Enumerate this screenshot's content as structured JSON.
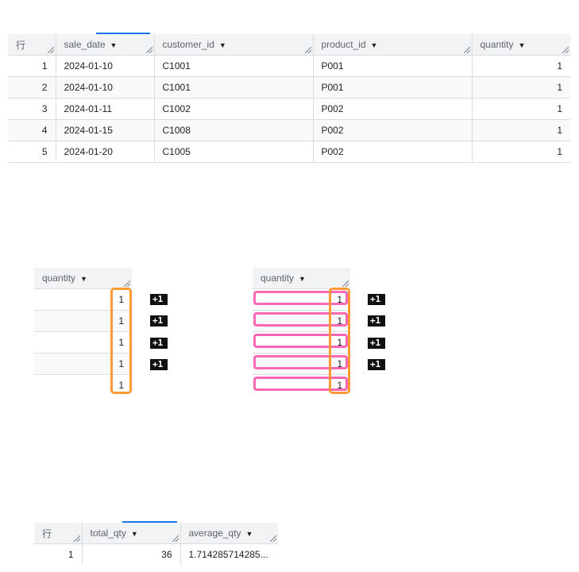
{
  "results_table": {
    "row_header": "行",
    "columns": [
      "sale_date",
      "customer_id",
      "product_id",
      "quantity"
    ],
    "rows": [
      [
        "1",
        "2024-01-10",
        "C1001",
        "P001",
        "1"
      ],
      [
        "2",
        "2024-01-10",
        "C1001",
        "P001",
        "1"
      ],
      [
        "3",
        "2024-01-11",
        "C1002",
        "P002",
        "1"
      ],
      [
        "4",
        "2024-01-15",
        "C1008",
        "P002",
        "1"
      ],
      [
        "5",
        "2024-01-20",
        "C1005",
        "P002",
        "1"
      ]
    ]
  },
  "quantity_left": {
    "header": "quantity",
    "values": [
      "1",
      "1",
      "1",
      "1",
      "1"
    ],
    "badges": [
      "+1",
      "+1",
      "+1",
      "+1"
    ]
  },
  "quantity_right": {
    "header": "quantity",
    "values": [
      "1",
      "1",
      "1",
      "1",
      "1"
    ],
    "badges": [
      "+1",
      "+1",
      "+1",
      "+1"
    ]
  },
  "summary_table": {
    "row_header": "行",
    "columns": [
      "total_qty",
      "average_qty"
    ],
    "rows": [
      [
        "1",
        "36",
        "1.714285714285..."
      ]
    ]
  },
  "colors": {
    "highlight_orange": "#ff9933",
    "highlight_pink": "#ff66b3",
    "accent": "#1a73e8"
  }
}
